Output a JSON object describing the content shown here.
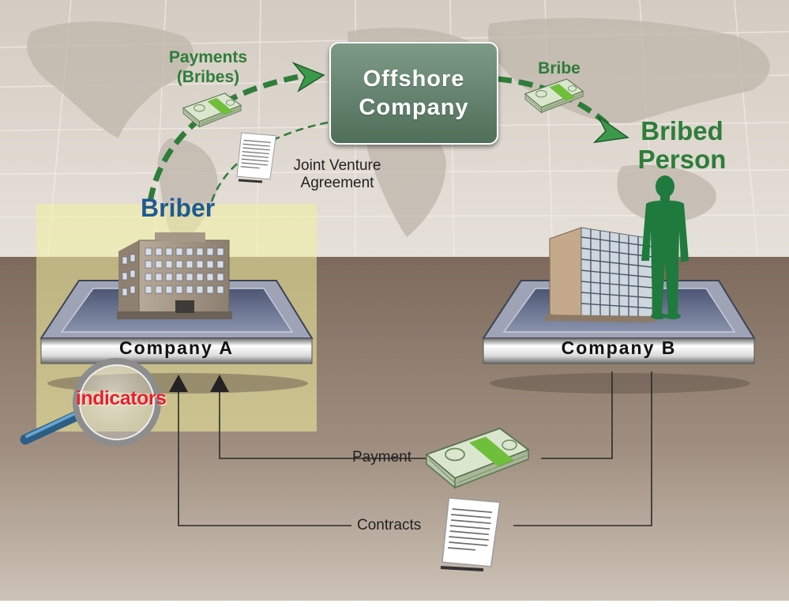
{
  "diagram": {
    "offshore_company": {
      "line1": "Offshore",
      "line2": "Company"
    },
    "payments_bribes": {
      "line1": "Payments",
      "line2": "(Bribes)"
    },
    "bribe": "Bribe",
    "bribed_person": {
      "line1": "Bribed",
      "line2": "Person"
    },
    "briber": "Briber",
    "joint_venture": {
      "line1": "Joint Venture",
      "line2": "Agreement"
    },
    "company_a": "Company A",
    "company_b": "Company B",
    "indicators": "indicators",
    "payment": "Payment",
    "contracts": "Contracts"
  },
  "colors": {
    "accent_green": "#2e7d3a",
    "briber_blue": "#1f5a96",
    "indicators_red": "#e8202a",
    "highlight_yellow": "#f3f0a0"
  },
  "icons": [
    "money-stack-icon",
    "document-icon",
    "building-icon",
    "businessman-silhouette-icon",
    "magnifying-glass-icon",
    "arrow-icon"
  ]
}
